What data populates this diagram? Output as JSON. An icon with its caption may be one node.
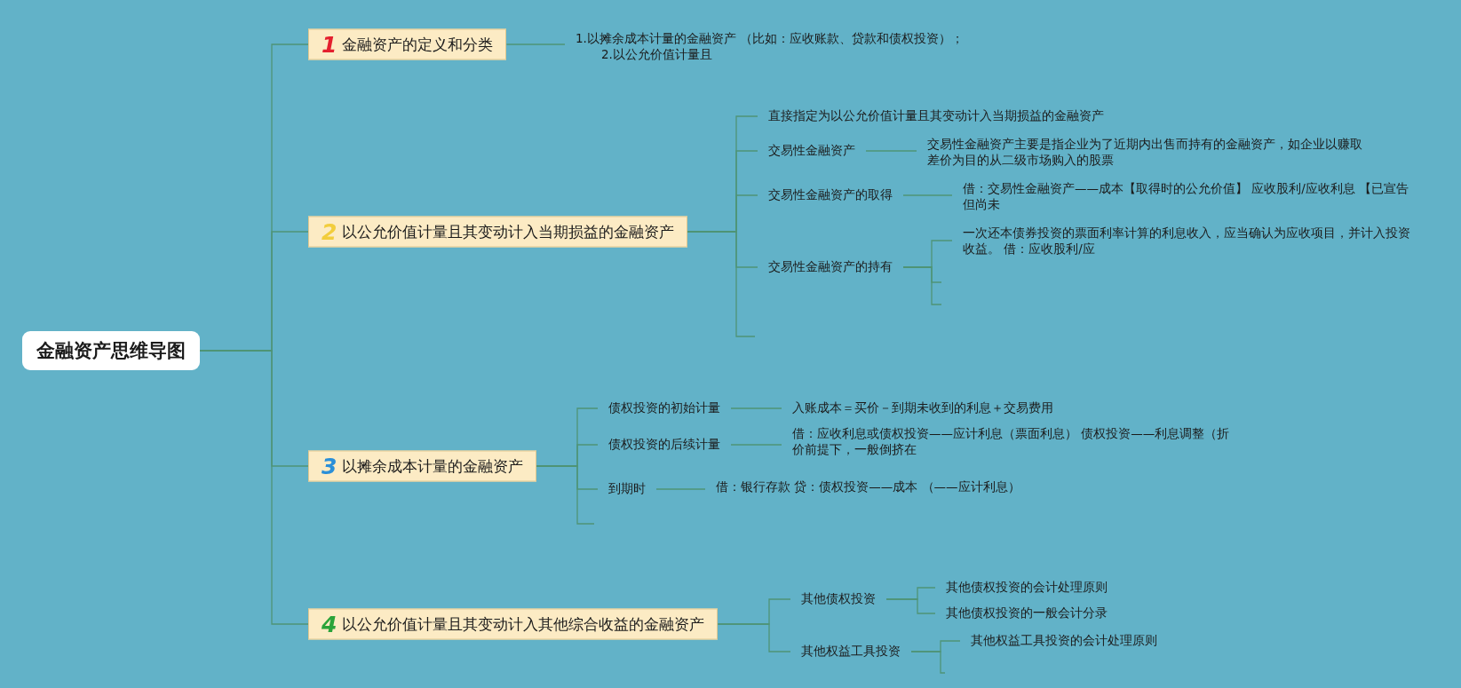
{
  "diagram": {
    "nodes": [
      {
        "text": [
          "金融资产思维导图"
        ]
      },
      {
        "text": [
          "1",
          "金融资产的定义和分类"
        ]
      },
      {
        "text": [
          "1.以摊余成本计量的金融资产 （比如：应收账款、贷款和债权投资）；",
          "2.以公允价值计量且"
        ]
      },
      {
        "text": [
          "2",
          "以公允价值计量且其变动计入当期损益的金融资产"
        ]
      },
      {
        "text": [
          "直接指定为以公允价值计量且其变动计入当期损益的金融资产"
        ]
      },
      {
        "text": [
          "交易性金融资产"
        ]
      },
      {
        "text": [
          "交易性金融资产主要是指企业为了近期内出售而持有的金融资产，如企业以赚取差价为目的从二级市场购入的股票"
        ]
      },
      {
        "text": [
          "交易性金融资产的取得"
        ]
      },
      {
        "text": [
          "借：交易性金融资产——成本【取得时的公允价值】 应收股利/应收利息 【已宣告但尚未"
        ]
      },
      {
        "text": [
          "交易性金融资产的持有"
        ]
      },
      {
        "text": [
          "一次还本债券投资的票面利率计算的利息收入，应当确认为应收项目，并计入投资收益。 借：应收股利/应"
        ]
      },
      {
        "text": [
          "3",
          "以摊余成本计量的金融资产"
        ]
      },
      {
        "text": [
          "债权投资的初始计量"
        ]
      },
      {
        "text": [
          "入账成本＝买价－到期未收到的利息＋交易费用"
        ]
      },
      {
        "text": [
          "债权投资的后续计量"
        ]
      },
      {
        "text": [
          "借：应收利息或债权投资——应计利息（票面利息） 债权投资——利息调整（折价前提下，一般倒挤在"
        ]
      },
      {
        "text": [
          "到期时"
        ]
      },
      {
        "text": [
          "借：银行存款 贷：债权投资——成本 （——应计利息）"
        ]
      },
      {
        "text": [
          "4",
          "以公允价值计量且其变动计入其他综合收益的金融资产"
        ]
      },
      {
        "text": [
          "其他债权投资"
        ]
      },
      {
        "text": [
          "其他债权投资的会计处理原则"
        ]
      },
      {
        "text": [
          "其他债权投资的一般会计分录"
        ]
      },
      {
        "text": [
          "其他权益工具投资"
        ]
      },
      {
        "text": [
          "其他权益工具投资的会计处理原则"
        ]
      }
    ],
    "edges": [
      {
        "from": 0,
        "to": 1,
        "arrow": "none"
      },
      {
        "from": 0,
        "to": 3,
        "arrow": "none"
      },
      {
        "from": 0,
        "to": 11,
        "arrow": "none"
      },
      {
        "from": 0,
        "to": 18,
        "arrow": "none"
      },
      {
        "from": 1,
        "to": 2,
        "arrow": "none"
      },
      {
        "from": 3,
        "to": 4,
        "arrow": "none"
      },
      {
        "from": 3,
        "to": 5,
        "arrow": "none"
      },
      {
        "from": 3,
        "to": 7,
        "arrow": "none"
      },
      {
        "from": 3,
        "to": 9,
        "arrow": "none"
      },
      {
        "from": 3,
        "to": null,
        "arrow": "none"
      },
      {
        "from": 5,
        "to": 6,
        "arrow": "none"
      },
      {
        "from": 7,
        "to": 8,
        "arrow": "none"
      },
      {
        "from": 9,
        "to": 10,
        "arrow": "none"
      },
      {
        "from": 9,
        "to": null,
        "arrow": "none"
      },
      {
        "from": 9,
        "to": null,
        "arrow": "none"
      },
      {
        "from": 11,
        "to": 12,
        "arrow": "none"
      },
      {
        "from": 11,
        "to": 14,
        "arrow": "none"
      },
      {
        "from": 11,
        "to": 16,
        "arrow": "none"
      },
      {
        "from": 11,
        "to": null,
        "arrow": "none"
      },
      {
        "from": 12,
        "to": 13,
        "arrow": "none"
      },
      {
        "from": 14,
        "to": 15,
        "arrow": "none"
      },
      {
        "from": 16,
        "to": 17,
        "arrow": "none"
      },
      {
        "from": 18,
        "to": 19,
        "arrow": "none"
      },
      {
        "from": 18,
        "to": 22,
        "arrow": "none"
      },
      {
        "from": 19,
        "to": 20,
        "arrow": "none"
      },
      {
        "from": 19,
        "to": 21,
        "arrow": "none"
      },
      {
        "from": 22,
        "to": 23,
        "arrow": "none"
      },
      {
        "from": 22,
        "to": null,
        "arrow": "none"
      }
    ]
  }
}
